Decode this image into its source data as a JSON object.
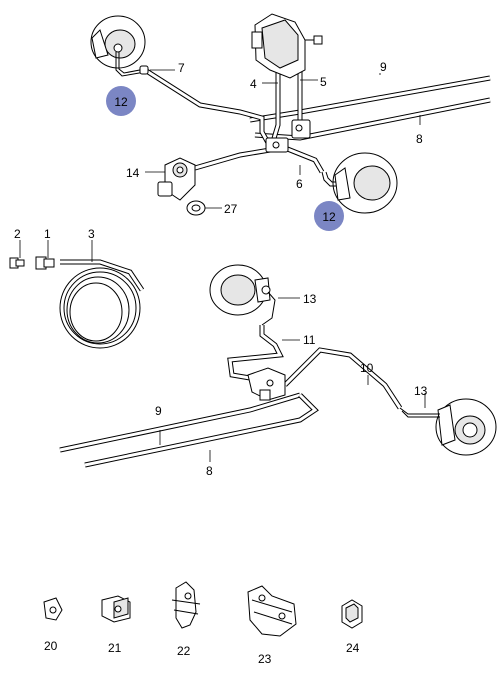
{
  "callouts": {
    "c12a": "12",
    "c12b": "12",
    "c7": "7",
    "c9a": "9",
    "c8a": "8",
    "c4": "4",
    "c5": "5",
    "c14": "14",
    "c6": "6",
    "c27": "27",
    "c2": "2",
    "c1": "1",
    "c3": "3",
    "c13a": "13",
    "c11": "11",
    "c10": "10",
    "c13b": "13",
    "c9b": "9",
    "c8b": "8",
    "c20": "20",
    "c21": "21",
    "c22": "22",
    "c23": "23",
    "c24": "24"
  },
  "colors": {
    "highlight": "#7b86c4",
    "line": "#000000",
    "background": "#ffffff"
  }
}
